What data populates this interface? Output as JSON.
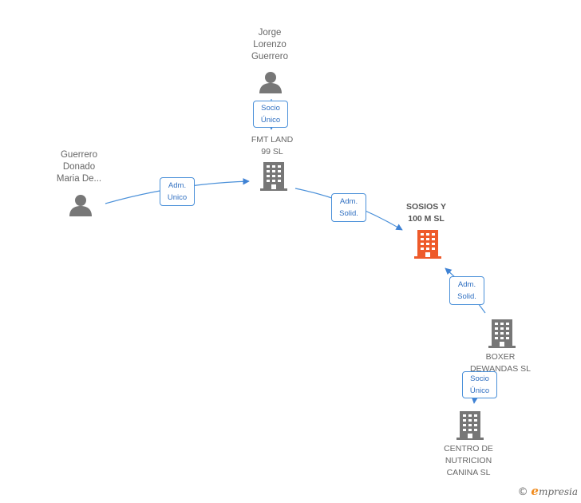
{
  "nodes": {
    "jorge": {
      "label": "Jorge\nLorenzo\nGuerrero",
      "kind": "person"
    },
    "guerrero": {
      "label": "Guerrero\nDonado\nMaria De...",
      "kind": "person"
    },
    "fmt": {
      "label": "FMT LAND\n99 SL",
      "kind": "company"
    },
    "sosios": {
      "label": "SOSIOS Y\n100 M  SL",
      "kind": "company-main"
    },
    "boxer": {
      "label": "BOXER\nDEWANDAS  SL",
      "kind": "company"
    },
    "centro": {
      "label": "CENTRO DE\nNUTRICION\nCANINA SL",
      "kind": "company"
    }
  },
  "relations": {
    "jorge_fmt": "Socio\nÚnico",
    "guerrero_fmt": "Adm.\nUnico",
    "fmt_sosios": "Adm.\nSolid.",
    "boxer_sosios": "Adm.\nSolid.",
    "boxer_centro": "Socio\nÚnico"
  },
  "colors": {
    "edge": "#4a90d9",
    "icon_gray": "#777777",
    "icon_main": "#ee5a2a"
  },
  "watermark": {
    "copyright": "©",
    "brand_initial": "e",
    "brand_rest": "mpresia"
  }
}
